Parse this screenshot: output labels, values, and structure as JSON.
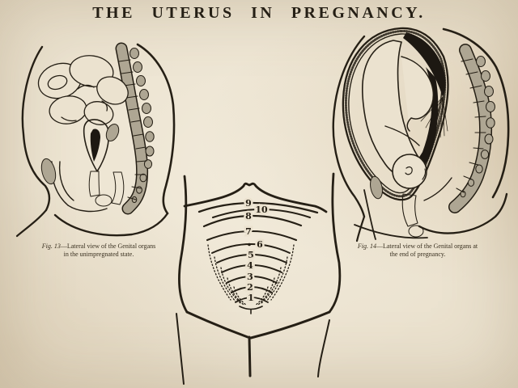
{
  "page": {
    "title": "THE UTERUS IN PREGNANCY."
  },
  "palette": {
    "paper": "#ebe2cf",
    "ink": "#251f15",
    "bone_gray": "#aea693",
    "dark_fill": "#1d1812",
    "caption": "#382f1f"
  },
  "figures": {
    "left_sagittal": {
      "fig_label": "Fig. 13",
      "caption_rest": "—Lateral view of the Genital organs",
      "caption_line2": "in the unimpregnated state."
    },
    "right_sagittal": {
      "fig_label": "Fig. 14",
      "caption_rest": "—Lateral view of the Genital organs at",
      "caption_line2": "the end of pregnancy."
    },
    "center_frontal": {
      "levels": [
        "1",
        "2",
        "3",
        "4",
        "5",
        "6",
        "7",
        "8",
        "9",
        "10"
      ]
    }
  }
}
